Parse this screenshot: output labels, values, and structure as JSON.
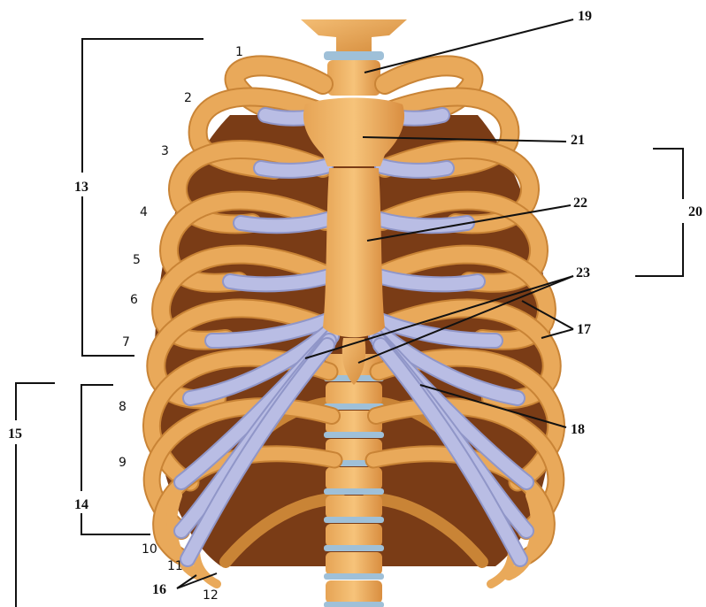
{
  "rib_labels": [
    "1",
    "2",
    "3",
    "4",
    "5",
    "6",
    "7",
    "8",
    "9",
    "10",
    "11",
    "12"
  ],
  "callouts": {
    "c13": "13",
    "c14": "14",
    "c15": "15",
    "c16": "16",
    "c17": "17",
    "c18": "18",
    "c19": "19",
    "c20": "20",
    "c21": "21",
    "c22": "22",
    "c23": "23"
  },
  "colors": {
    "bone": "#e9a95a",
    "bone_shadow": "#c98436",
    "cartilage": "#b9bde4",
    "cartilage_shadow": "#9096c8",
    "disc": "#9fc0d8",
    "shadow": "#6b3414",
    "line": "#111111"
  }
}
